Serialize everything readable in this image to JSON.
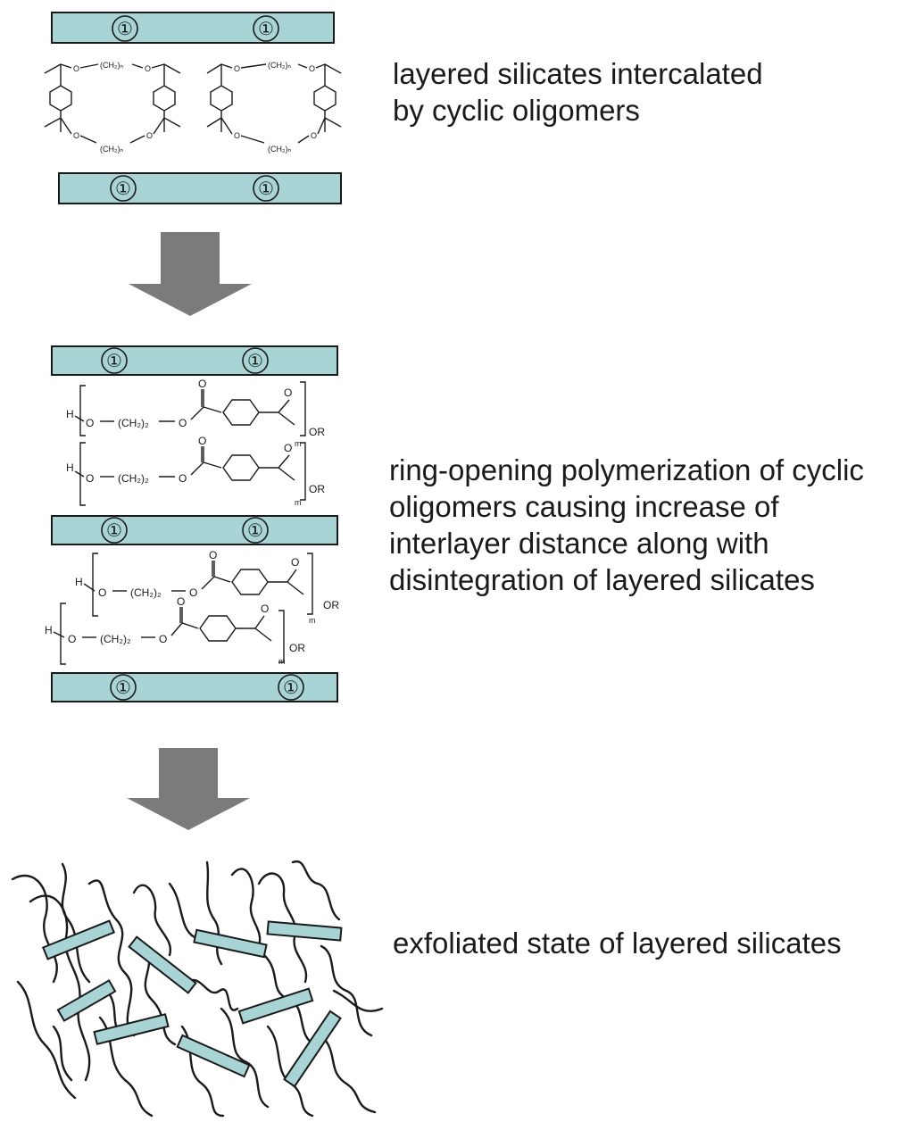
{
  "colors": {
    "silicate_fill": "#a8d4d6",
    "silicate_stroke": "#1a1a1a",
    "arrow_fill": "#7b7b7b",
    "ink": "#1a1a1a"
  },
  "labels": {
    "layer_charge": "①",
    "ch2n_small": "(CH₂)ₙ",
    "ch22": "(CH₂)₂",
    "o": "O",
    "h": "H",
    "or": "OR",
    "m": "m"
  },
  "captions": {
    "intercalated": [
      "layered silicates intercalated",
      "by cyclic oligomers"
    ],
    "polymerization": [
      "ring-opening polymerization of cyclic",
      "oligomers causing increase of",
      "interlayer distance along with",
      "disintegration of layered silicates"
    ],
    "exfoliated": [
      "exfoliated state of layered silicates"
    ]
  }
}
